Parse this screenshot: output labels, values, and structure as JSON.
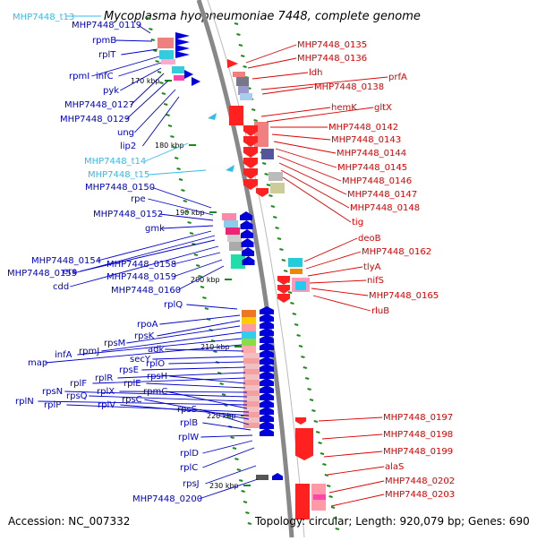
{
  "header": {
    "top_label": "MHP7448_t13",
    "title": "Mycoplasma hyopneumoniae 7448, complete genome"
  },
  "footer": {
    "accession": "Accession: NC_007332",
    "topology": "Topology: circular; Length: 920,079 bp; Genes: 690"
  },
  "colors": {
    "left_label": "#0000cc",
    "right_label": "#dd0000",
    "trna_label": "#33bbee",
    "backbone": "#888888",
    "tick": "#1a8a1a"
  },
  "kbp_ticks": [
    "170 kbp",
    "180 kbp",
    "190 kbp",
    "200 kbp",
    "210 kbp",
    "220 kbp",
    "230 kbp"
  ],
  "left_labels": [
    "MHP7448_0119",
    "rpmB",
    "rplT",
    "rpmI",
    "infC",
    "pyk",
    "MHP7448_0127",
    "MHP7448_0129",
    "ung",
    "lip2",
    "MHP7448_t14",
    "MHP7448_t15",
    "MHP7448_0150",
    "rpe",
    "MHP7448_0152",
    "gmk",
    "MHP7448_0154",
    "MHP7448_0155",
    "era",
    "cdd",
    "MHP7448_0158",
    "MHP7448_0159",
    "MHP7448_0160",
    "rplQ",
    "rpoA",
    "rpsK",
    "rpsM",
    "rpmJ",
    "infA",
    "map",
    "adk",
    "secY",
    "rplO",
    "rpsE",
    "rplR",
    "rplF",
    "rpsH",
    "rplE",
    "rplX",
    "rpsN",
    "rpsQ",
    "rplN",
    "rpmC",
    "rplP",
    "rplV",
    "rpsC",
    "rpsS",
    "rplB",
    "rplW",
    "rplD",
    "rplC",
    "rpsJ",
    "MHP7448_0200"
  ],
  "right_labels": [
    "MHP7448_0135",
    "MHP7448_0136",
    "ldh",
    "prfA",
    "MHP7448_0138",
    "hemK",
    "gltX",
    "MHP7448_0142",
    "MHP7448_0143",
    "MHP7448_0144",
    "MHP7448_0145",
    "MHP7448_0146",
    "MHP7448_0147",
    "MHP7448_0148",
    "tig",
    "deoB",
    "MHP7448_0162",
    "tlyA",
    "nifS",
    "MHP7448_0165",
    "rluB",
    "MHP7448_0197",
    "MHP7448_0198",
    "MHP7448_0199",
    "alaS",
    "MHP7448_0202",
    "MHP7448_0203"
  ]
}
